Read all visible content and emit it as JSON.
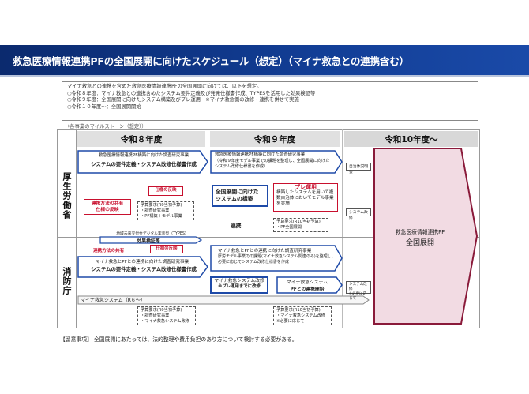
{
  "title": "救急医療情報連携PFの全国展開に向けたスケジュール（想定）（マイナ救急との連携含む）",
  "intro": [
    "マイナ救急との連携を含めた救急医療情報連携PFの全国展開に向けては、以下を想定。",
    "○令和８年度：マイナ救急との連携含めたシステム要件定義及び発発仕様書作成、TYPESを活用した効果検証等",
    "○令和９年度：全国展開に向けたシステム構築及びプレ運用　※マイナ救急側の改修・連携を併せて実施",
    "○令和１０年度～：全国展開開始"
  ],
  "milestone_note": "（各事業のマイルストーン（想定））",
  "years": {
    "r8": "令和８年度",
    "r9": "令和９年度",
    "r10": "令和10年度～"
  },
  "row_labels": {
    "mhlw": "厚生労働省",
    "fdma": "消防庁"
  },
  "mhlw": {
    "r8_chevron_title": "救急医療情報連携PF構築に向けた調査研究事業",
    "r8_chevron_bold": "システムの要件定義・システム改修仕様書作成",
    "spec_reflect": "仕様の反映",
    "share_method": "連携方法の共有\n仕様の反映",
    "r8_budget": "予算要求(R9当初予算)\n・調査研究事業\n・PF構築＋モデル事業",
    "r9_chevron_title": "救急医療情報連携PF構築に向けた調査研究事業",
    "r9_chevron_body": "（令和９年度モデル事業での課題を整理し、全国展開に向けたシステム改修仕様書を作成）",
    "build_box": "全国展開に向けた\nシステムの構築",
    "pre_op_title": "プレ運用",
    "pre_op_body": "構築したシステムを用いて複数自治体においてモデル事業を実施",
    "renkei": "連携",
    "r9_budget": "予算要求(R10当初予算)\n・PF全国展開",
    "small_label_1": "自治体説明会",
    "small_label_2": "システム改修"
  },
  "types": {
    "label": "地域未来交付金デジタル実装型（TYPES）",
    "title": "効果検証等"
  },
  "fdma": {
    "share_method": "連携方法の共有",
    "spec_reflect": "仕様の反映",
    "r8_chevron_title": "マイナ救急とPFとの連携に向けた調査研究事業",
    "r8_chevron_bold": "システムの要件定義・システム改修仕様書作成",
    "r9_chevron_title": "マイナ救急とPFとの連携に向けた調査研究事業",
    "r9_chevron_body": "厚労モデル事業での課題(マイナ救急システム関連のみ)を整理し、必要に応じてシステム改修仕様書を作成",
    "mina_sys_1_title": "マイナ救急システム改修",
    "mina_sys_1_sub": "※プレ運用までに改修",
    "mina_sys_2_title": "マイナ救急システム",
    "mina_sys_2_sub": "PFとの連携開始",
    "mina_sys_bar": "マイナ救急システム（R６～）",
    "r8_budget": "予算要求(R9当初予算)\n・調査研究事業\n・マイナ救急システム改修",
    "r9_budget": "予算要求(R10当初予算)\n・マイナ救急システム改修\n※必要に応じて",
    "small_label": "システム改修\n※必要に応じて"
  },
  "final": {
    "line1": "救急医療情報連携PF",
    "line2": "全国展開"
  },
  "footnote": "【留意事項】 全国展開にあたっては、法的整理や費用負担のあり方について検討する必要がある。",
  "colors": {
    "navy": "#0b2a6e",
    "accent_blue": "#1e4aa8",
    "accent_red": "#c8102e",
    "final_bg": "#f2dbe3"
  }
}
